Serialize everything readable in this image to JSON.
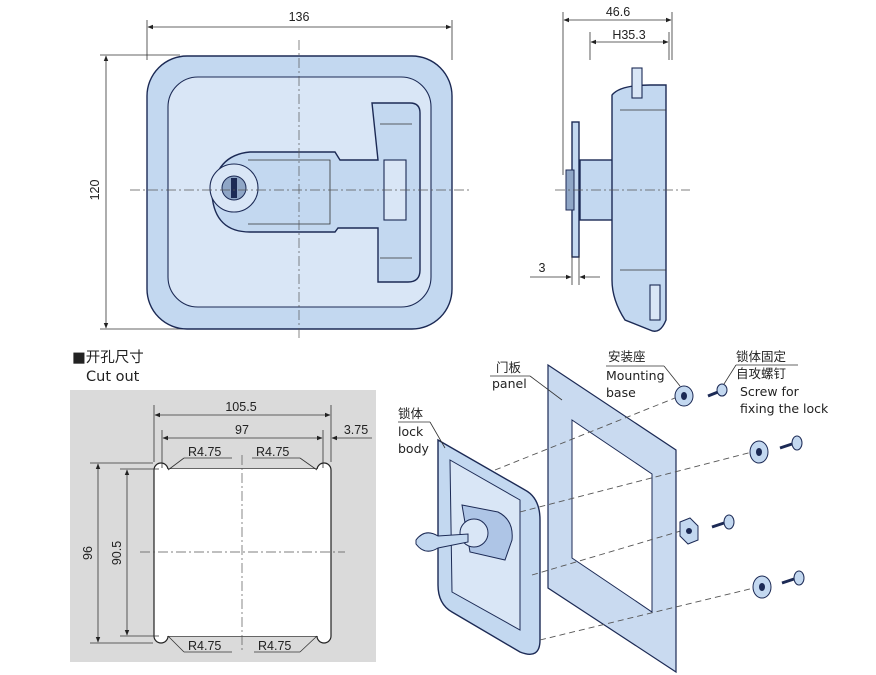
{
  "front_view": {
    "width_dim": "136",
    "height_dim": "120"
  },
  "side_view": {
    "depth_dim": "46.6",
    "housing_dim": "H35.3",
    "flange_dim": "3"
  },
  "cutout": {
    "title_cn": "■开孔尺寸",
    "title_en": "Cut  out",
    "overall_width": "105.5",
    "inner_width": "97",
    "offset": "3.75",
    "overall_height": "96",
    "inner_height": "90.5",
    "radius_top_left": "R4.75",
    "radius_top_right": "R4.75",
    "radius_bottom_left": "R4.75",
    "radius_bottom_right": "R4.75"
  },
  "exploded": {
    "panel_cn": "门板",
    "panel_en": "panel",
    "base_cn": "安装座",
    "base_en_1": "Mounting",
    "base_en_2": "base",
    "screw_cn_1": "锁体固定",
    "screw_cn_2": "自攻螺钉",
    "screw_en_1": "Screw for",
    "screw_en_2": "fixing the lock",
    "lock_cn": "锁体",
    "lock_en_1": "lock",
    "lock_en_2": "body"
  },
  "colors": {
    "part_fill": "#c3d8f0",
    "outline": "#1c2a55",
    "cutout_bg": "#dadada"
  }
}
